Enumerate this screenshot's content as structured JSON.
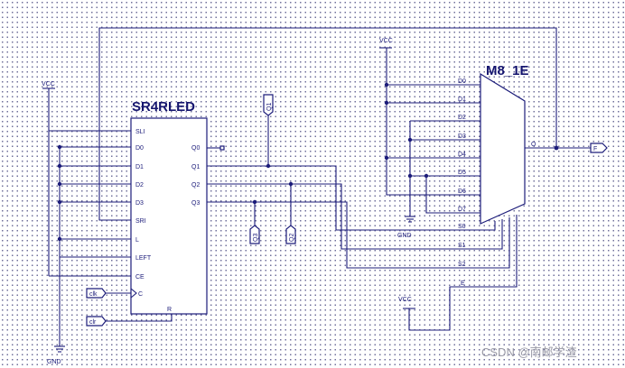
{
  "shift_register": {
    "name": "SR4RLED",
    "pins_left": [
      "SLI",
      "D0",
      "D1",
      "D2",
      "D3",
      "SRI",
      "L",
      "LEFT",
      "CE",
      "C",
      "R"
    ],
    "pins_right": [
      "Q0",
      "Q1",
      "Q2",
      "Q3"
    ]
  },
  "multiplexer": {
    "name": "M8_1E",
    "inputs": [
      "D0",
      "D1",
      "D2",
      "D3",
      "D4",
      "D5",
      "D6",
      "D7"
    ],
    "output": "O",
    "selects": [
      "S0",
      "S1",
      "S2"
    ],
    "enable": "E"
  },
  "power": {
    "vcc": "VCC",
    "gnd": "GND"
  },
  "io_markers": {
    "output_f": "F",
    "q1": "Q1",
    "q2": "Q2",
    "q3": "Q3",
    "clk": "clk",
    "clr": "clr"
  },
  "watermark": "CSDN @南邮学渣"
}
